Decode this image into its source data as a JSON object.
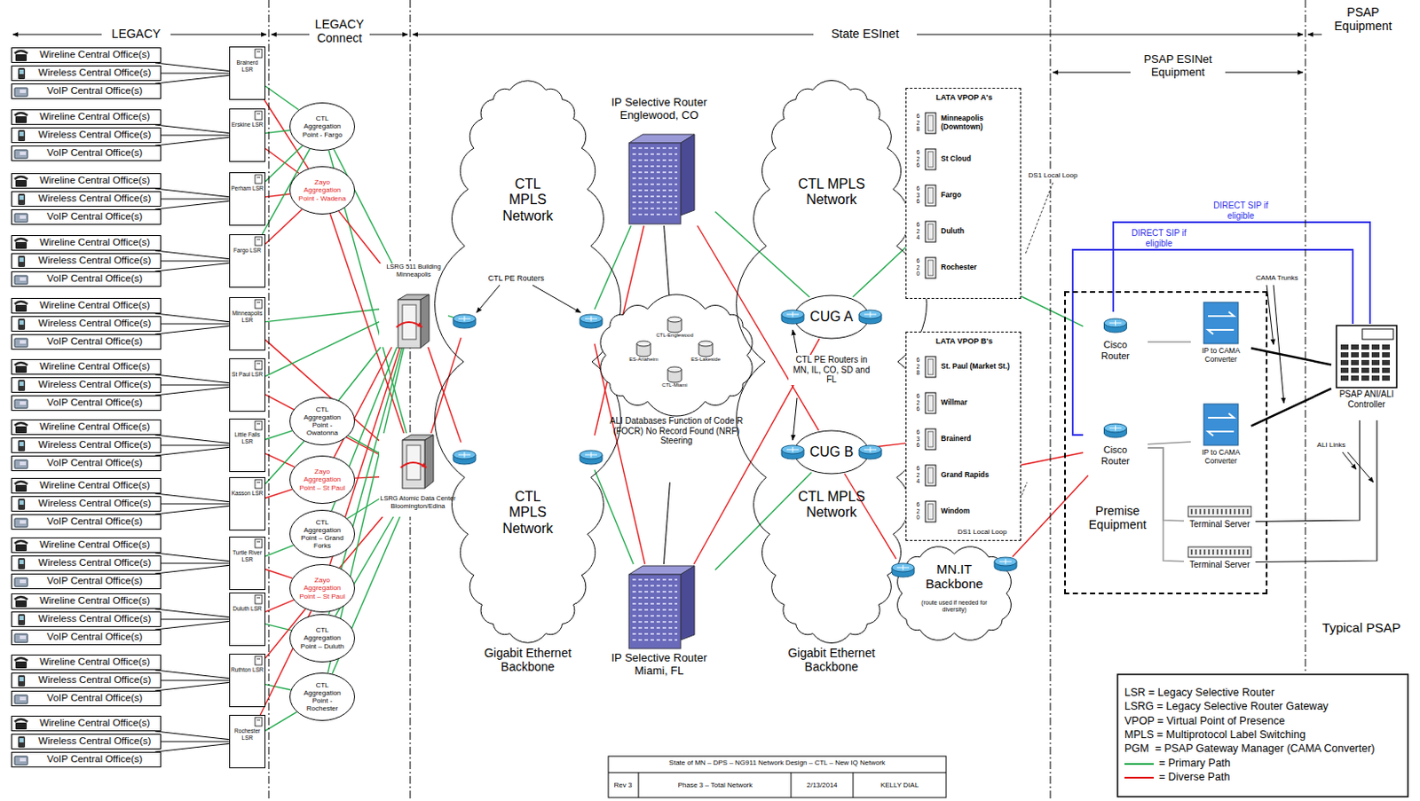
{
  "diagram": {
    "nodes": [
      {
        "text": [
          "Wireline Central Office(s)"
        ]
      },
      {
        "text": [
          "Wireless Central Office(s)"
        ]
      },
      {
        "text": [
          "VoIP Central Office(s)"
        ]
      },
      {
        "text": [
          "Wireline Central Office(s)"
        ]
      },
      {
        "text": [
          "Wireless Central Office(s)"
        ]
      },
      {
        "text": [
          "VoIP Central Office(s)"
        ]
      },
      {
        "text": [
          "Wireline Central Office(s)"
        ]
      },
      {
        "text": [
          "Wireless Central Office(s)"
        ]
      },
      {
        "text": [
          "VoIP Central Office(s)"
        ]
      },
      {
        "text": [
          "Wireline Central Office(s)"
        ]
      },
      {
        "text": [
          "Wireless Central Office(s)"
        ]
      },
      {
        "text": [
          "VoIP Central Office(s)"
        ]
      },
      {
        "text": [
          "Wireline Central Office(s)"
        ]
      },
      {
        "text": [
          "Wireless Central Office(s)"
        ]
      },
      {
        "text": [
          "VoIP Central Office(s)"
        ]
      },
      {
        "text": [
          "Wireline Central Office(s)"
        ]
      },
      {
        "text": [
          "Wireless Central Office(s)"
        ]
      },
      {
        "text": [
          "VoIP Central Office(s)"
        ]
      },
      {
        "text": [
          "Wireline Central Office(s)"
        ]
      },
      {
        "text": [
          "Wireless Central Office(s)"
        ]
      },
      {
        "text": [
          "VoIP Central Office(s)"
        ]
      },
      {
        "text": [
          "Wireline Central Office(s)"
        ]
      },
      {
        "text": [
          "Wireless Central Office(s)"
        ]
      },
      {
        "text": [
          "VoIP Central Office(s)"
        ]
      },
      {
        "text": [
          "Wireline Central Office(s)"
        ]
      },
      {
        "text": [
          "Wireless Central Office(s)"
        ]
      },
      {
        "text": [
          "VoIP Central Office(s)"
        ]
      },
      {
        "text": [
          "Wireline Central Office(s)"
        ]
      },
      {
        "text": [
          "Wireless Central Office(s)"
        ]
      },
      {
        "text": [
          "VoIP Central Office(s)"
        ]
      },
      {
        "text": [
          "Wireline Central Office(s)"
        ]
      },
      {
        "text": [
          "Wireless Central Office(s)"
        ]
      },
      {
        "text": [
          "VoIP Central Office(s)"
        ]
      },
      {
        "text": [
          "Wireline Central Office(s)"
        ]
      },
      {
        "text": [
          "Wireless Central Office(s)"
        ]
      },
      {
        "text": [
          "VoIP Central Office(s)"
        ]
      },
      {
        "text": [
          "Brainerd LSR"
        ]
      },
      {
        "text": [
          "Erskine LSR"
        ]
      },
      {
        "text": [
          "Perham LSR"
        ]
      },
      {
        "text": [
          "Fargo LSR"
        ]
      },
      {
        "text": [
          "Minneapolis LSR"
        ]
      },
      {
        "text": [
          "St Paul LSR"
        ]
      },
      {
        "text": [
          "Little Falls LSR"
        ]
      },
      {
        "text": [
          "Kasson LSR"
        ]
      },
      {
        "text": [
          "Turtle River LSR"
        ]
      },
      {
        "text": [
          "Duluth LSR"
        ]
      },
      {
        "text": [
          "Ruthton LSR"
        ]
      },
      {
        "text": [
          "Rochester LSR"
        ]
      },
      {
        "text": [
          "CTL Aggregation Point - Fargo"
        ]
      },
      {
        "text": [
          "Zayo Aggregation Point - Wadena"
        ]
      },
      {
        "text": [
          "CTL Aggregation Point - Owatonna"
        ]
      },
      {
        "text": [
          "Zayo Aggregation Point – St Paul"
        ]
      },
      {
        "text": [
          "CTL Aggregation Point – Grand Forks"
        ]
      },
      {
        "text": [
          "Zayo Aggregation Point – St Paul"
        ]
      },
      {
        "text": [
          "CTL Aggregation Point – Duluth"
        ]
      },
      {
        "text": [
          "CTL Aggregation Point - Rochester"
        ]
      },
      {
        "text": [
          "LSRG 511 Building Minneapolis"
        ]
      },
      {
        "text": [
          "LSRG Atomic Data Center Bloomington/Edina"
        ]
      },
      {
        "text": [
          "CTL MPLS Network",
          "CTL MPLS Network",
          "Gigabit Ethernet Backbone"
        ]
      },
      {
        "text": [
          "IP Selective Router Englewood, CO"
        ]
      },
      {
        "text": [
          "ALI Databases Function of Code R (FOCR) No Record Found (NRF) Steering"
        ]
      },
      {
        "text": [
          "IP Selective Router Miami, FL"
        ]
      },
      {
        "text": [
          "CTL MPLS Network",
          "CTL MPLS Network",
          "Gigabit Ethernet Backbone"
        ]
      },
      {
        "text": [
          "CUG A"
        ],
        "in": 62
      },
      {
        "text": [
          "CUG B"
        ],
        "in": 62
      },
      {
        "text": [
          "LATA VPOP A's"
        ]
      },
      {
        "text": [
          "628",
          "Minneapolis (Downtown)"
        ],
        "in": 65
      },
      {
        "text": [
          "626",
          "St Cloud"
        ],
        "in": 65
      },
      {
        "text": [
          "636",
          "Fargo"
        ],
        "in": 65
      },
      {
        "text": [
          "624",
          "Duluth"
        ],
        "in": 65
      },
      {
        "text": [
          "620",
          "Rochester"
        ],
        "in": 65
      },
      {
        "text": [
          "LATA VPOP B's"
        ]
      },
      {
        "text": [
          "628",
          "St. Paul (Market St.)"
        ],
        "in": 71
      },
      {
        "text": [
          "626",
          "Willmar"
        ],
        "in": 71
      },
      {
        "text": [
          "636",
          "Brainerd"
        ],
        "in": 71
      },
      {
        "text": [
          "624",
          "Grand Rapids"
        ],
        "in": 71
      },
      {
        "text": [
          "620",
          "Windom"
        ],
        "in": 71
      },
      {
        "text": [
          "MN.IT Backbone",
          "(route used if needed for diversity)"
        ]
      },
      {
        "text": [
          "Premise Equipment"
        ]
      },
      {
        "text": [
          "Cisco Router"
        ],
        "in": 78
      },
      {
        "text": [
          "IP to CAMA Converter"
        ],
        "in": 78
      },
      {
        "text": [
          "Cisco Router"
        ],
        "in": 78
      },
      {
        "text": [
          "IP to CAMA Converter"
        ],
        "in": 78
      },
      {
        "text": [
          "Terminal Server"
        ],
        "in": 78
      },
      {
        "text": [
          "Terminal Server"
        ],
        "in": 78
      },
      {
        "text": [
          "PSAP ANI/ALI Controller"
        ]
      }
    ],
    "edges": [
      {
        "from": 0,
        "to": 36,
        "arrow": "none"
      },
      {
        "from": 1,
        "to": 36,
        "arrow": "none"
      },
      {
        "from": 2,
        "to": 36,
        "arrow": "none"
      },
      {
        "from": 3,
        "to": 37,
        "arrow": "none"
      },
      {
        "from": 4,
        "to": 37,
        "arrow": "none"
      },
      {
        "from": 5,
        "to": 37,
        "arrow": "none"
      },
      {
        "from": 6,
        "to": 38,
        "arrow": "none"
      },
      {
        "from": 7,
        "to": 38,
        "arrow": "none"
      },
      {
        "from": 8,
        "to": 38,
        "arrow": "none"
      },
      {
        "from": 9,
        "to": 39,
        "arrow": "none"
      },
      {
        "from": 10,
        "to": 39,
        "arrow": "none"
      },
      {
        "from": 11,
        "to": 39,
        "arrow": "none"
      },
      {
        "from": 12,
        "to": 40,
        "arrow": "none"
      },
      {
        "from": 13,
        "to": 40,
        "arrow": "none"
      },
      {
        "from": 14,
        "to": 40,
        "arrow": "none"
      },
      {
        "from": 15,
        "to": 41,
        "arrow": "none"
      },
      {
        "from": 16,
        "to": 41,
        "arrow": "none"
      },
      {
        "from": 17,
        "to": 41,
        "arrow": "none"
      },
      {
        "from": 18,
        "to": 42,
        "arrow": "none"
      },
      {
        "from": 19,
        "to": 42,
        "arrow": "none"
      },
      {
        "from": 20,
        "to": 42,
        "arrow": "none"
      },
      {
        "from": 21,
        "to": 43,
        "arrow": "none"
      },
      {
        "from": 22,
        "to": 43,
        "arrow": "none"
      },
      {
        "from": 23,
        "to": 43,
        "arrow": "none"
      },
      {
        "from": 24,
        "to": 44,
        "arrow": "none"
      },
      {
        "from": 25,
        "to": 44,
        "arrow": "none"
      },
      {
        "from": 26,
        "to": 44,
        "arrow": "none"
      },
      {
        "from": 27,
        "to": 45,
        "arrow": "none"
      },
      {
        "from": 28,
        "to": 45,
        "arrow": "none"
      },
      {
        "from": 29,
        "to": 45,
        "arrow": "none"
      },
      {
        "from": 30,
        "to": 46,
        "arrow": "none"
      },
      {
        "from": 31,
        "to": 46,
        "arrow": "none"
      },
      {
        "from": 32,
        "to": 46,
        "arrow": "none"
      },
      {
        "from": 33,
        "to": 47,
        "arrow": "none"
      },
      {
        "from": 34,
        "to": 47,
        "arrow": "none"
      },
      {
        "from": 35,
        "to": 47,
        "arrow": "none"
      },
      {
        "from": 36,
        "to": 48,
        "arrow": "none"
      },
      {
        "from": 36,
        "to": 49,
        "arrow": "none"
      },
      {
        "from": 37,
        "to": 48,
        "arrow": "none"
      },
      {
        "from": 37,
        "to": 49,
        "arrow": "none"
      },
      {
        "from": 38,
        "to": 48,
        "arrow": "none"
      },
      {
        "from": 38,
        "to": 49,
        "arrow": "none"
      },
      {
        "from": 39,
        "to": 48,
        "arrow": "none"
      },
      {
        "from": 39,
        "to": 49,
        "arrow": "none"
      },
      {
        "from": 40,
        "to": 56,
        "arrow": "none"
      },
      {
        "from": 40,
        "to": 57,
        "arrow": "none"
      },
      {
        "from": 41,
        "to": 56,
        "arrow": "none"
      },
      {
        "from": 41,
        "to": 57,
        "arrow": "none"
      },
      {
        "from": 42,
        "to": 50,
        "arrow": "none"
      },
      {
        "from": 42,
        "to": 51,
        "arrow": "none"
      },
      {
        "from": 43,
        "to": 50,
        "arrow": "none"
      },
      {
        "from": 43,
        "to": 51,
        "arrow": "none"
      },
      {
        "from": 44,
        "to": 52,
        "arrow": "none"
      },
      {
        "from": 44,
        "to": 53,
        "arrow": "none"
      },
      {
        "from": 45,
        "to": 54,
        "arrow": "none"
      },
      {
        "from": 45,
        "to": 53,
        "arrow": "none"
      },
      {
        "from": 46,
        "to": 55,
        "arrow": "none"
      },
      {
        "from": 46,
        "to": 53,
        "arrow": "none"
      },
      {
        "from": 47,
        "to": 55,
        "arrow": "none"
      },
      {
        "from": 47,
        "to": 53,
        "arrow": "none"
      },
      {
        "from": 48,
        "to": 56,
        "arrow": "none"
      },
      {
        "from": 48,
        "to": 57,
        "arrow": "none"
      },
      {
        "from": 49,
        "to": 56,
        "arrow": "none"
      },
      {
        "from": 49,
        "to": 57,
        "arrow": "none"
      },
      {
        "from": 50,
        "to": 56,
        "arrow": "none"
      },
      {
        "from": 50,
        "to": 57,
        "arrow": "none"
      },
      {
        "from": 51,
        "to": 56,
        "arrow": "none"
      },
      {
        "from": 51,
        "to": 57,
        "arrow": "none"
      },
      {
        "from": 52,
        "to": 56,
        "arrow": "none"
      },
      {
        "from": 52,
        "to": 57,
        "arrow": "none"
      },
      {
        "from": 53,
        "to": 56,
        "arrow": "none"
      },
      {
        "from": 53,
        "to": 57,
        "arrow": "none"
      },
      {
        "from": 54,
        "to": 56,
        "arrow": "none"
      },
      {
        "from": 54,
        "to": 57,
        "arrow": "none"
      },
      {
        "from": 55,
        "to": 56,
        "arrow": "none"
      },
      {
        "from": 55,
        "to": 57,
        "arrow": "none"
      },
      {
        "from": 56,
        "to": 58,
        "arrow": "none"
      },
      {
        "from": 56,
        "to": 58,
        "arrow": "none"
      },
      {
        "from": 57,
        "to": 58,
        "arrow": "none"
      },
      {
        "from": 57,
        "to": 58,
        "arrow": "none"
      },
      {
        "from": 58,
        "to": 59,
        "arrow": "none"
      },
      {
        "from": 58,
        "to": 59,
        "arrow": "none"
      },
      {
        "from": 58,
        "to": 61,
        "arrow": "none"
      },
      {
        "from": 58,
        "to": 61,
        "arrow": "none"
      },
      {
        "from": 59,
        "to": 60,
        "arrow": "none"
      },
      {
        "from": 61,
        "to": 60,
        "arrow": "none"
      },
      {
        "from": 59,
        "to": 63,
        "arrow": "none"
      },
      {
        "from": 59,
        "to": 64,
        "arrow": "none"
      },
      {
        "from": 61,
        "to": 63,
        "arrow": "none"
      },
      {
        "from": 61,
        "to": 64,
        "arrow": "none"
      },
      {
        "from": 63,
        "to": 65,
        "arrow": "none"
      },
      {
        "from": 64,
        "to": 71,
        "arrow": "none"
      },
      {
        "from": 64,
        "to": 77,
        "arrow": "none"
      },
      {
        "from": 70,
        "to": 79,
        "arrow": "none"
      },
      {
        "from": 75,
        "to": 81,
        "arrow": "none"
      },
      {
        "from": 77,
        "to": 81,
        "arrow": "none"
      },
      {
        "from": 79,
        "to": 85,
        "arrow": "none",
        "label": "DIRECT SIP if eligible"
      },
      {
        "from": 81,
        "to": 85,
        "arrow": "none",
        "label": "DIRECT SIP if eligible"
      },
      {
        "from": 79,
        "to": 80,
        "arrow": "none"
      },
      {
        "from": 81,
        "to": 82,
        "arrow": "none"
      },
      {
        "from": 81,
        "to": 83,
        "arrow": "none"
      },
      {
        "from": 81,
        "to": 84,
        "arrow": "none"
      },
      {
        "from": 80,
        "to": 85,
        "arrow": "none"
      },
      {
        "from": 82,
        "to": 85,
        "arrow": "none"
      },
      {
        "from": 83,
        "to": 85,
        "arrow": "none"
      },
      {
        "from": 84,
        "to": 85,
        "arrow": "none"
      }
    ],
    "labels": [
      "LEGACY",
      "LEGACY Connect",
      "State ESInet",
      "PSAP ESINet Equipment",
      "PSAP Equipment",
      "CTL PE Routers",
      "CTL-Englewood",
      "ES-Anaheim",
      "ES-Lakeside",
      "CTL-Miami",
      "CTL PE Routers in MN, IL, CO, SD and FL",
      "DS1 Local Loop",
      "DS1 Local Loop",
      "CAMA Trunks",
      "ALI Links",
      "Typical PSAP",
      "State of MN – DPS – NG911 Network Design – CTL – New IQ Network",
      "Rev 3",
      "Phase 3 – Total Network",
      "2/13/2014",
      "KELLY DIAL"
    ],
    "legend": [
      {
        "text": "LSR = Legacy Selective Router"
      },
      {
        "text": "LSRG = Legacy Selective Router Gateway"
      },
      {
        "text": "VPOP = Virtual Point of Presence"
      },
      {
        "text": "MPLS = Multiprotocol Label Switching"
      },
      {
        "text": "PGM  = PSAP Gateway Manager (CAMA Converter)"
      },
      {
        "text": "= Primary Path",
        "color": "#1fa84a"
      },
      {
        "text": "= Diverse Path",
        "color": "#e41a1c"
      }
    ]
  }
}
